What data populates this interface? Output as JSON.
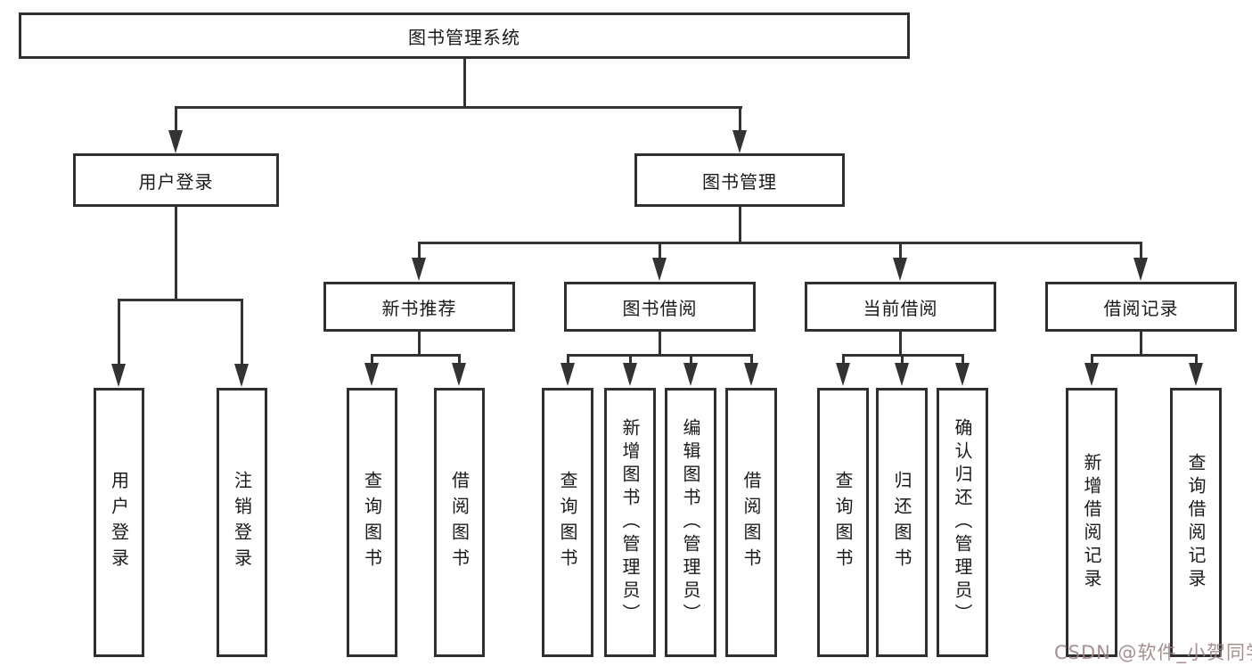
{
  "diagram": {
    "root": {
      "label": "图书管理系统"
    },
    "level1": [
      {
        "label": "用户登录"
      },
      {
        "label": "图书管理"
      }
    ],
    "level2": [
      {
        "label": "新书推荐"
      },
      {
        "label": "图书借阅"
      },
      {
        "label": "当前借阅"
      },
      {
        "label": "借阅记录"
      }
    ],
    "leaves": {
      "user_login": [
        "用户登录",
        "注销登录"
      ],
      "new_book": [
        "查询图书",
        "借阅图书"
      ],
      "book_borrow": [
        "查询图书",
        "新增图书（管理员）",
        "编辑图书（管理员）",
        "借阅图书"
      ],
      "current_borrow": [
        "查询图书",
        "归还图书",
        "确认归还（管理员）"
      ],
      "records": [
        "新增借阅记录",
        "查询借阅记录"
      ]
    }
  },
  "watermark": {
    "text": "CSDN @软件_小贺同学"
  },
  "colors": {
    "line": "#333333",
    "box_border": "#2f2f2f",
    "text": "#1a1a1a",
    "watermark": "#9d8585",
    "background": "#ffffff"
  }
}
